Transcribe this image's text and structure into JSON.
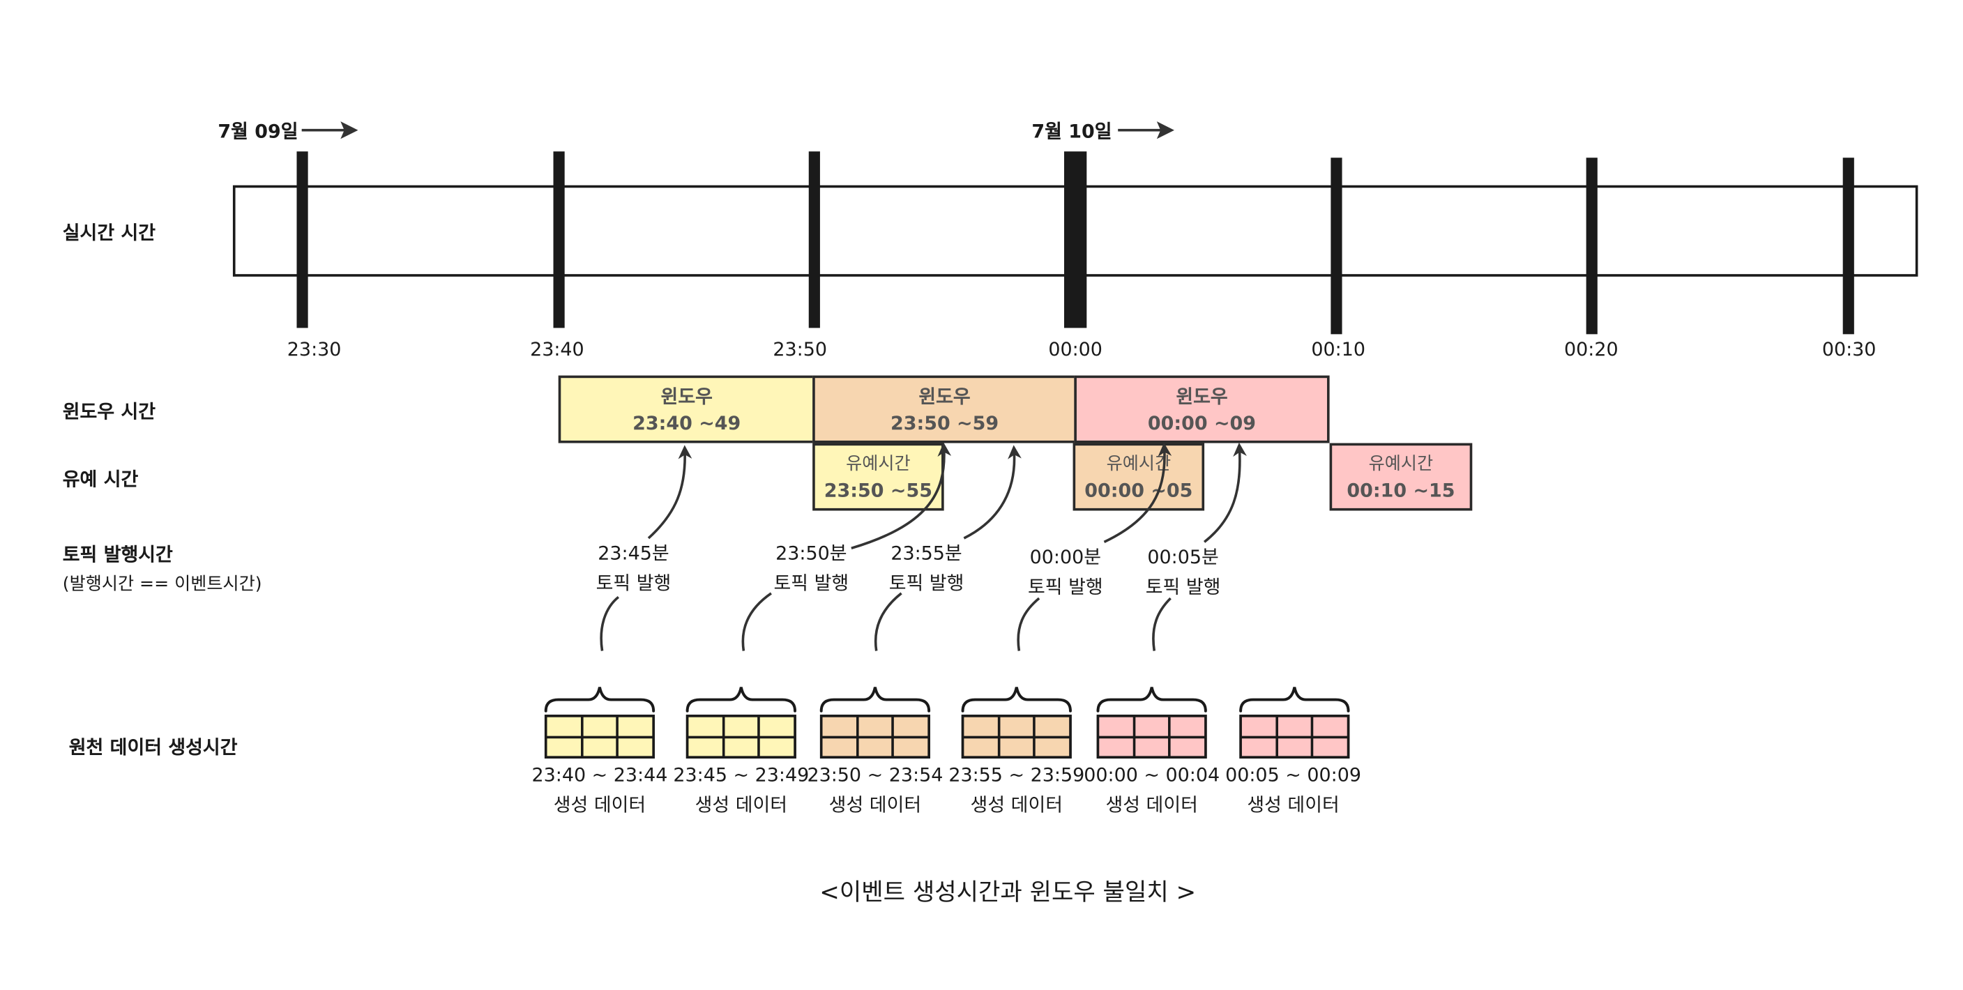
{
  "dates": {
    "day1": "7월 09일",
    "day2": "7월 10일"
  },
  "row_labels": {
    "realtime": "실시간 시간",
    "window": "윈도우 시간",
    "grace": "유예 시간",
    "publish": "토픽 발행시간",
    "publish_note": "(발행시간 == 이벤트시간)",
    "source": "원천 데이터 생성시간"
  },
  "ticks": [
    "23:30",
    "23:40",
    "23:50",
    "00:00",
    "00:10",
    "00:20",
    "00:30"
  ],
  "windows": [
    {
      "title": "윈도우",
      "range": "23:40 ~49",
      "color": "#fff6b8"
    },
    {
      "title": "윈도우",
      "range": "23:50 ~59",
      "color": "#f7d6b0"
    },
    {
      "title": "윈도우",
      "range": "00:00 ~09",
      "color": "#ffc6c6"
    }
  ],
  "grace_periods": [
    {
      "title": "유예시간",
      "range": "23:50 ~55",
      "color": "#fff6b8"
    },
    {
      "title": "유예시간",
      "range": "00:00 ~05",
      "color": "#f7d6b0"
    },
    {
      "title": "유예시간",
      "range": "00:10 ~15",
      "color": "#ffc6c6"
    }
  ],
  "publishes": [
    {
      "time": "23:45분",
      "label": "토픽 발행"
    },
    {
      "time": "23:50분",
      "label": "토픽 발행"
    },
    {
      "time": "23:55분",
      "label": "토픽 발행"
    },
    {
      "time": "00:00분",
      "label": "토픽 발행"
    },
    {
      "time": "00:05분",
      "label": "토픽 발행"
    }
  ],
  "generated": [
    {
      "range": "23:40 ~ 23:44",
      "label": "생성 데이터",
      "color": "#fff6b8"
    },
    {
      "range": "23:45 ~ 23:49",
      "label": "생성 데이터",
      "color": "#fff6b8"
    },
    {
      "range": "23:50 ~ 23:54",
      "label": "생성 데이터",
      "color": "#f7d6b0"
    },
    {
      "range": "23:55 ~ 23:59",
      "label": "생성 데이터",
      "color": "#f7d6b0"
    },
    {
      "range": "00:00 ~ 00:04",
      "label": "생성 데이터",
      "color": "#ffc6c6"
    },
    {
      "range": "00:05 ~ 00:09",
      "label": "생성 데이터",
      "color": "#ffc6c6"
    }
  ],
  "caption": "<이벤트 생성시간과 윈도우 불일치 >",
  "colors": {
    "line": "#1a1a1a",
    "arrow": "#333333"
  }
}
